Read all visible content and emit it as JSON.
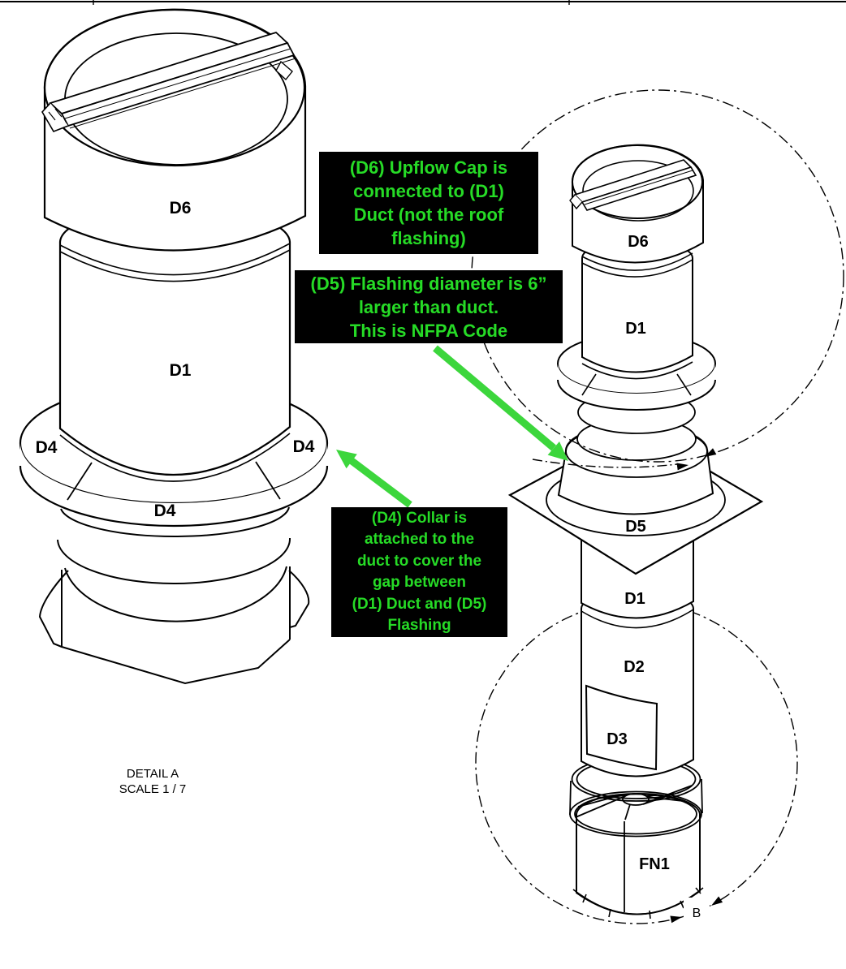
{
  "page": {
    "background": "#ffffff"
  },
  "colors": {
    "annotation_text_green": "#26db26",
    "arrow_green": "#3cd63c",
    "annotation_box_black": "#000000",
    "line_color": "#000000"
  },
  "title_block": {
    "detail_title": "DETAIL  A",
    "detail_scale": "SCALE 1 / 7"
  },
  "left_assembly": {
    "labels": {
      "cap": "D6",
      "duct": "D1",
      "collar_left": "D4",
      "collar_right": "D4",
      "collar_front": "D4"
    }
  },
  "right_assembly": {
    "labels": {
      "cap": "D6",
      "duct_upper": "D1",
      "flashing": "D5",
      "duct_middle": "D1",
      "duct_lower": "D2",
      "access_panel": "D3",
      "fan": "FN1"
    },
    "detail_circle_label": "B"
  },
  "annotations": {
    "d6_note": {
      "lines": [
        "(D6) Upflow Cap is",
        "connected to (D1)",
        "Duct (not the roof",
        "flashing)"
      ]
    },
    "d5_note": {
      "lines": [
        "(D5) Flashing diameter is 6”",
        "larger than duct.",
        "This is NFPA Code"
      ]
    },
    "d4_note": {
      "lines": [
        "(D4) Collar is",
        "attached to the",
        "duct to cover the",
        "gap between",
        "(D1) Duct and (D5)",
        "Flashing"
      ]
    }
  }
}
